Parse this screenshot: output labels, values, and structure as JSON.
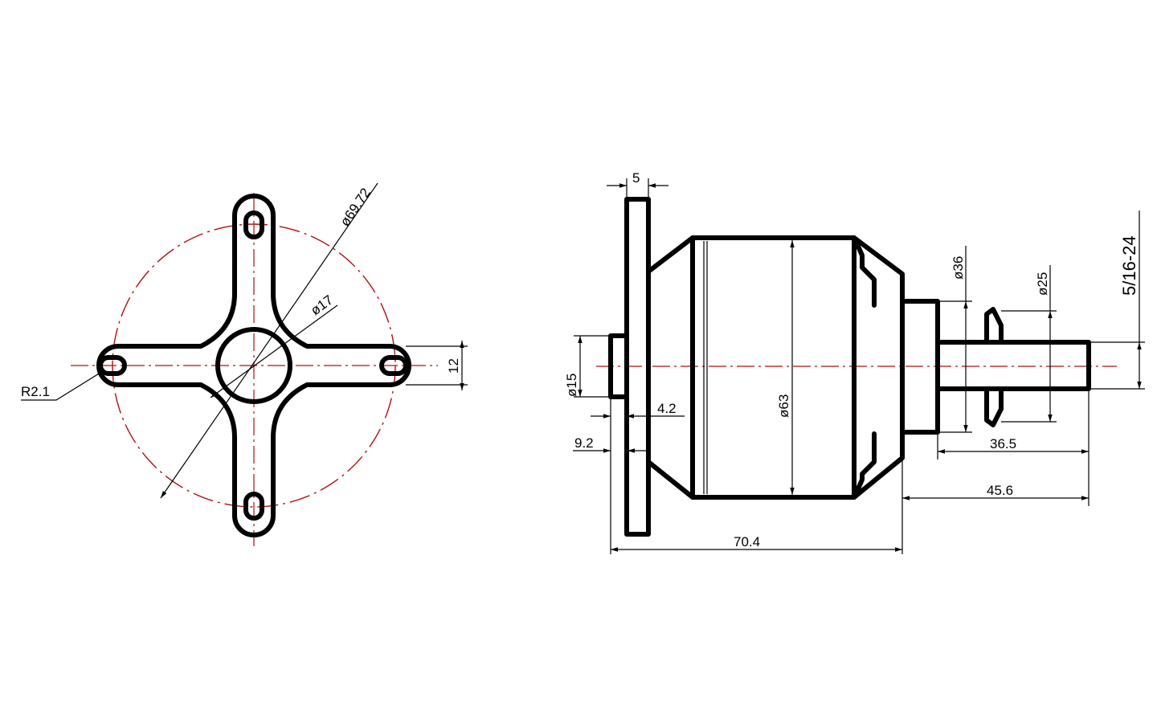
{
  "dimensions": {
    "bolt_circle": "ø69.72",
    "center_hole": "ø17",
    "slot_radius": "R2.1",
    "arm_width": "12",
    "flange_thickness": "5",
    "spigot_dia": "ø15",
    "spigot_length": "4.2",
    "spigot_to_flange": "9.2",
    "body_dia": "ø63",
    "bearing_boss_dia": "ø36",
    "prop_washer_dia": "ø25",
    "shaft_thread": "5/16-24",
    "shaft_length": "36.5",
    "front_length": "45.6",
    "overall_length": "70.4"
  },
  "colors": {
    "outline": "#000000",
    "centerline": "#b01010"
  }
}
